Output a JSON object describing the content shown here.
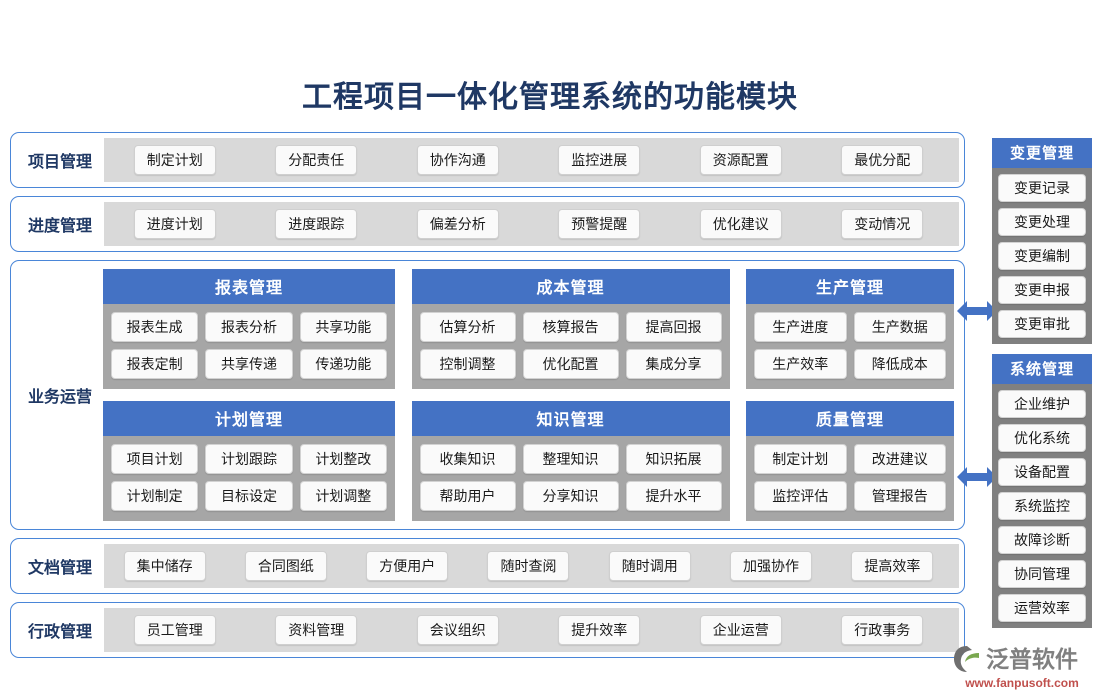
{
  "title": "工程项目一体化管理系统的功能模块",
  "bands_top": [
    {
      "label": "项目管理",
      "chips": [
        "制定计划",
        "分配责任",
        "协作沟通",
        "监控进展",
        "资源配置",
        "最优分配"
      ]
    },
    {
      "label": "进度管理",
      "chips": [
        "进度计划",
        "进度跟踪",
        "偏差分析",
        "预警提醒",
        "优化建议",
        "变动情况"
      ]
    }
  ],
  "operations": {
    "label": "业务运营",
    "cards": [
      {
        "title": "报表管理",
        "rows": [
          [
            "报表生成",
            "报表分析",
            "共享功能"
          ],
          [
            "报表定制",
            "共享传递",
            "传递功能"
          ]
        ]
      },
      {
        "title": "成本管理",
        "rows": [
          [
            "估算分析",
            "核算报告",
            "提高回报"
          ],
          [
            "控制调整",
            "优化配置",
            "集成分享"
          ]
        ]
      },
      {
        "title": "生产管理",
        "rows": [
          [
            "生产进度",
            "生产数据"
          ],
          [
            "生产效率",
            "降低成本"
          ]
        ]
      },
      {
        "title": "计划管理",
        "rows": [
          [
            "项目计划",
            "计划跟踪",
            "计划整改"
          ],
          [
            "计划制定",
            "目标设定",
            "计划调整"
          ]
        ]
      },
      {
        "title": "知识管理",
        "rows": [
          [
            "收集知识",
            "整理知识",
            "知识拓展"
          ],
          [
            "帮助用户",
            "分享知识",
            "提升水平"
          ]
        ]
      },
      {
        "title": "质量管理",
        "rows": [
          [
            "制定计划",
            "改进建议"
          ],
          [
            "监控评估",
            "管理报告"
          ]
        ]
      }
    ]
  },
  "bands_bottom": [
    {
      "label": "文档管理",
      "chips": [
        "集中储存",
        "合同图纸",
        "方便用户",
        "随时查阅",
        "随时调用",
        "加强协作",
        "提高效率"
      ]
    },
    {
      "label": "行政管理",
      "chips": [
        "员工管理",
        "资料管理",
        "会议组织",
        "提升效率",
        "企业运营",
        "行政事务"
      ]
    }
  ],
  "sidebar": [
    {
      "title": "变更管理",
      "items": [
        "变更记录",
        "变更处理",
        "变更编制",
        "变更申报",
        "变更审批"
      ]
    },
    {
      "title": "系统管理",
      "items": [
        "企业维护",
        "优化系统",
        "设备配置",
        "系统监控",
        "故障诊断",
        "协同管理",
        "运营效率"
      ]
    }
  ],
  "logo": {
    "name": "泛普软件",
    "url": "www.fanpusoft.com"
  },
  "colors": {
    "accent": "#4472c4",
    "title": "#1f3864",
    "panel_gray": "#a6a6a6",
    "strip_gray": "#d9d9d9",
    "side_gray": "#808080",
    "border_blue": "#4a86d8"
  }
}
